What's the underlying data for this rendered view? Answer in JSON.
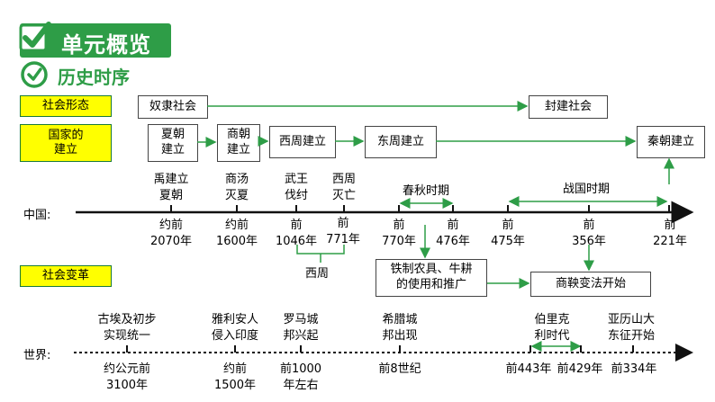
{
  "header": {
    "title": "单元概览",
    "subtitle": "历史时序",
    "check_icon": "checkmark-icon"
  },
  "colors": {
    "accent_green": "#2e9d47",
    "highlight_yellow": "#ffff00"
  },
  "row_labels": {
    "social_form": "社会形态",
    "state_founding": "国家的\n建立",
    "social_change": "社会变革"
  },
  "social_forms": {
    "slavery": "奴隶社会",
    "feudal": "封建社会"
  },
  "states": [
    "夏朝\n建立",
    "商朝\n建立",
    "西周建立",
    "东周建立",
    "秦朝建立"
  ],
  "china": {
    "axis_label": "中国:",
    "events_above": [
      "禹建立\n夏朝",
      "商汤\n灭夏",
      "武王\n伐纣",
      "西周\n灭亡",
      "春秋时期",
      "战国时期"
    ],
    "dates": [
      "约前\n2070年",
      "约前\n1600年",
      "前\n1046年",
      "前\n771年",
      "前\n770年",
      "前\n476年",
      "前\n475年",
      "前\n356年",
      "前\n221年"
    ],
    "western_zhou": "西周"
  },
  "changes": {
    "iron_tools": "铁制农具、牛耕\n的使用和推广",
    "shang_yang": "商鞅变法开始"
  },
  "world": {
    "axis_label": "世界:",
    "events_above": [
      "古埃及初步\n实现统一",
      "雅利安人\n侵入印度",
      "罗马城\n邦兴起",
      "希腊城\n邦出现",
      "伯里克\n利时代",
      "亚历山大\n东征开始"
    ],
    "dates": [
      "约公元前\n3100年",
      "约前\n1500年",
      "前1000\n年左右",
      "前8世纪",
      "前443年",
      "前429年",
      "前334年"
    ]
  }
}
